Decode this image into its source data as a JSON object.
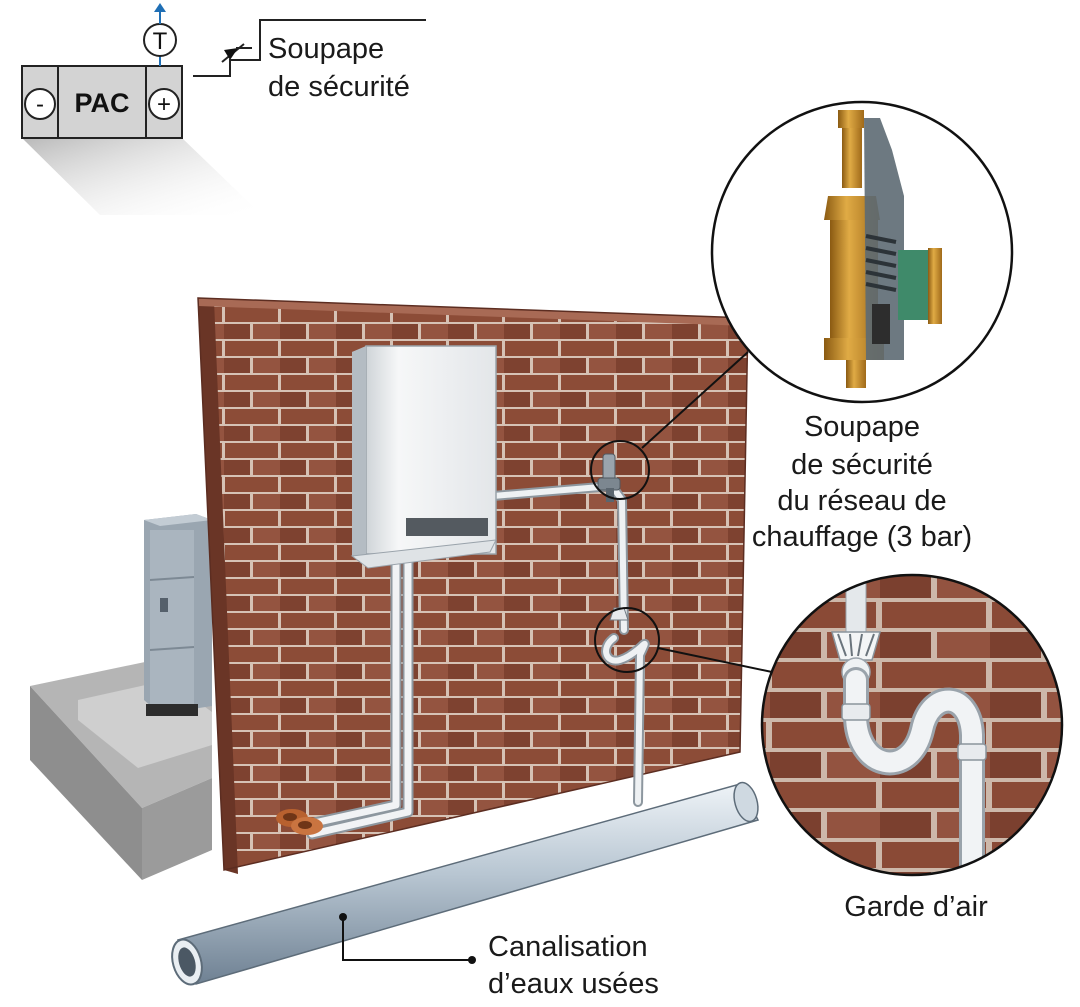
{
  "schematic": {
    "unit_label": "PAC",
    "minus_symbol": "-",
    "plus_symbol": "+",
    "sensor_symbol": "T",
    "valve_label_line1": "Soupape",
    "valve_label_line2": "de sécurité"
  },
  "labels": {
    "safety_valve": [
      "Soupape",
      "de sécurité",
      "du réseau de",
      "chauffage (3 bar)"
    ],
    "air_trap": "Garde d’air",
    "sewer_line1": "Canalisation",
    "sewer_line2": "d’eaux usées"
  },
  "colors": {
    "brick": "#8a4a35",
    "mortar": "#d9c8bd",
    "boiler": "#f2f4f6",
    "brass": "#c98f2a",
    "pipe": "#e6e9ec",
    "sewer_pipe": "#b9c7d3",
    "concrete": "#a3a3a3",
    "arrow_blue": "#1f6fb5"
  }
}
